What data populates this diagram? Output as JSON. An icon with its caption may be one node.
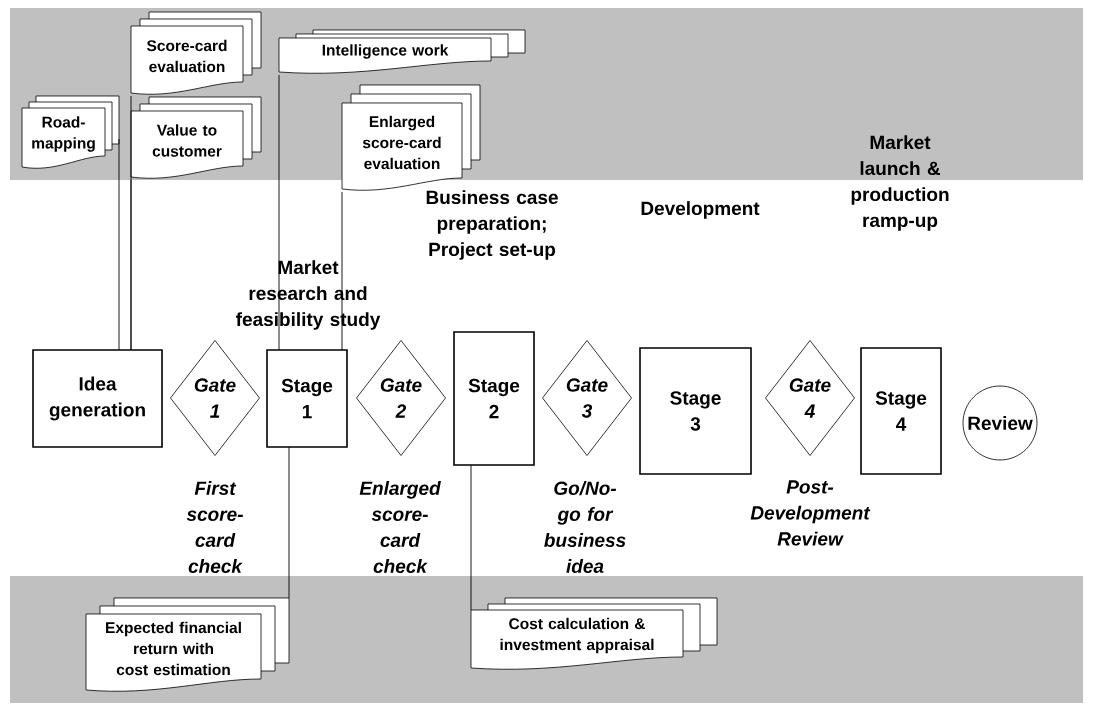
{
  "diagram": {
    "nodes": [
      {
        "text": [
          "Road-mapping"
        ]
      },
      {
        "text": [
          "Score-card evaluation"
        ]
      },
      {
        "text": [
          "Value to customer"
        ]
      },
      {
        "text": [
          "Intelligence work"
        ]
      },
      {
        "text": [
          "Enlarged score-card evaluation"
        ]
      },
      {
        "text": [
          "Idea generation"
        ]
      },
      {
        "text": [
          "Gate 1"
        ]
      },
      {
        "text": [
          "Stage 1"
        ]
      },
      {
        "text": [
          "Gate 2"
        ]
      },
      {
        "text": [
          "Stage 2"
        ]
      },
      {
        "text": [
          "Gate 3"
        ]
      },
      {
        "text": [
          "Stage 3"
        ]
      },
      {
        "text": [
          "Gate 4"
        ]
      },
      {
        "text": [
          "Stage 4"
        ]
      },
      {
        "text": [
          "Review"
        ]
      },
      {
        "text": [
          "Expected financial return with cost estimation"
        ]
      },
      {
        "text": [
          "Cost calculation & investment appraisal"
        ]
      }
    ],
    "edges": [
      {
        "from": 0,
        "to": 5,
        "arrow": "none"
      },
      {
        "from": 1,
        "to": 5,
        "arrow": "none"
      },
      {
        "from": 2,
        "to": 5,
        "arrow": "none"
      },
      {
        "from": 3,
        "to": 7,
        "arrow": "none"
      },
      {
        "from": 4,
        "to": 7,
        "arrow": "none"
      },
      {
        "from": 7,
        "to": 15,
        "arrow": "none"
      },
      {
        "from": 9,
        "to": 16,
        "arrow": "none"
      }
    ],
    "labels": [
      "Market launch & production ramp-up",
      "Business case preparation; Project set-up",
      "Development",
      "Market research and feasibility study",
      "First score-card check",
      "Enlarged score-card check",
      "Go/No-go for business idea",
      "Post-Development Review"
    ]
  }
}
